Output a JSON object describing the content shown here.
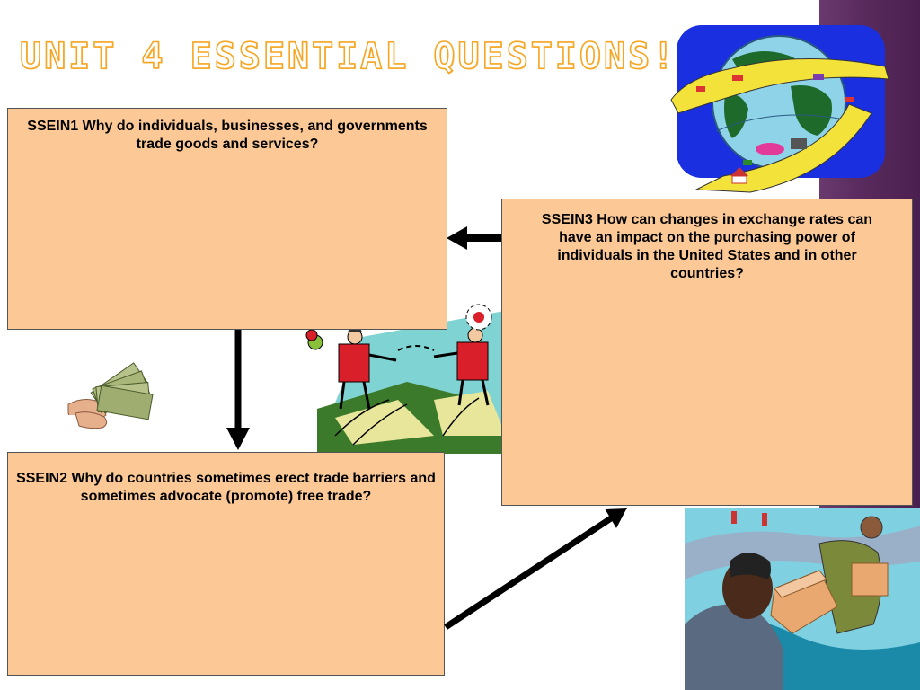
{
  "slide": {
    "title": "UNIT 4 ESSENTIAL QUESTIONS!"
  },
  "boxes": [
    {
      "id": "ssein1",
      "text": "SSEIN1 Why do individuals, businesses, and governments trade goods and services?"
    },
    {
      "id": "ssein2",
      "text": "SSEIN2 Why do countries sometimes erect trade barriers and sometimes advocate  (promote) free trade?"
    },
    {
      "id": "ssein3",
      "text": "SSEIN3 How can changes in exchange rates can have an impact on the purchasing power of individuals in the United States and in other countries?"
    }
  ],
  "colors": {
    "title_fill": "#ffffff",
    "title_outline": "#f5a623",
    "box_fill": "#fcc996",
    "arrow": "#000000",
    "side_bar": "#5a2b5e"
  },
  "images": [
    "globe-trade-highway-clipart",
    "money-in-hand-clipart",
    "people-trading-goods-clipart",
    "businessmen-exchanging-boxes-clipart"
  ]
}
